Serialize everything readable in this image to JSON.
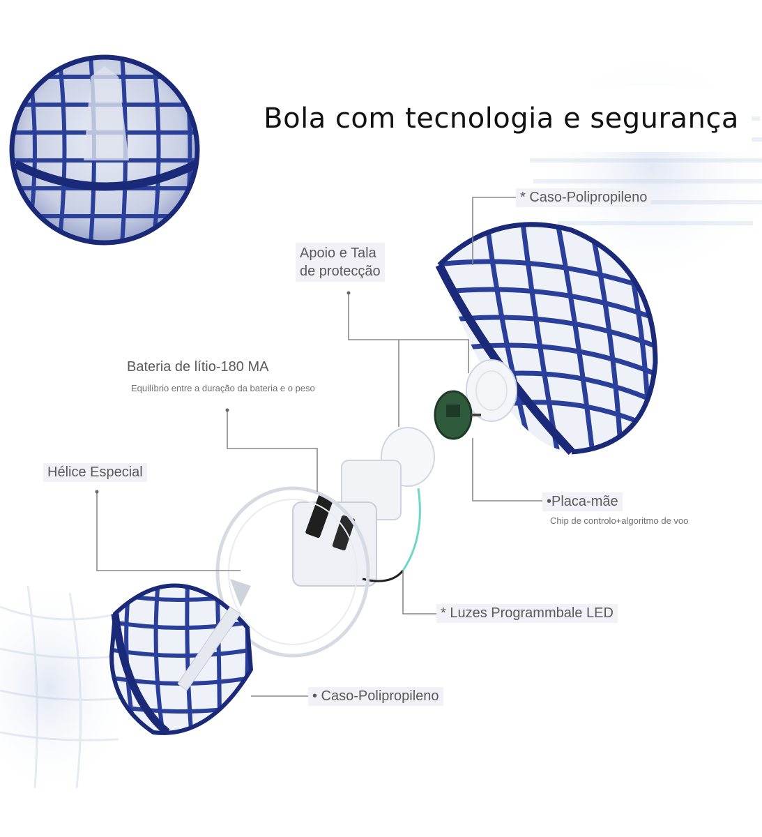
{
  "title": "Bola com tecnologia e segurança",
  "labels": {
    "caso_top": "* Caso-Polipropileno",
    "apoio_line1": "Apoio e Tala",
    "apoio_line2": "de protecção",
    "bateria": "Bateria de lítio-180 MA",
    "bateria_sub": "Equilíbrio entre a duração da bateria e o peso",
    "helice": "Hélice Especial",
    "placa": "•Placa-mãe",
    "placa_sub": "Chip de controlo+algoritmo de voo",
    "luzes": "* Luzes Programmbale LED",
    "caso_bottom": "• Caso-Polipropileno"
  },
  "colors": {
    "shell_blue": "#2a3f9a",
    "shell_dark": "#1b2a78",
    "board_green": "#2f5a3c",
    "led_teal": "#6fd6c8",
    "label_gray": "#5a5a5a"
  }
}
